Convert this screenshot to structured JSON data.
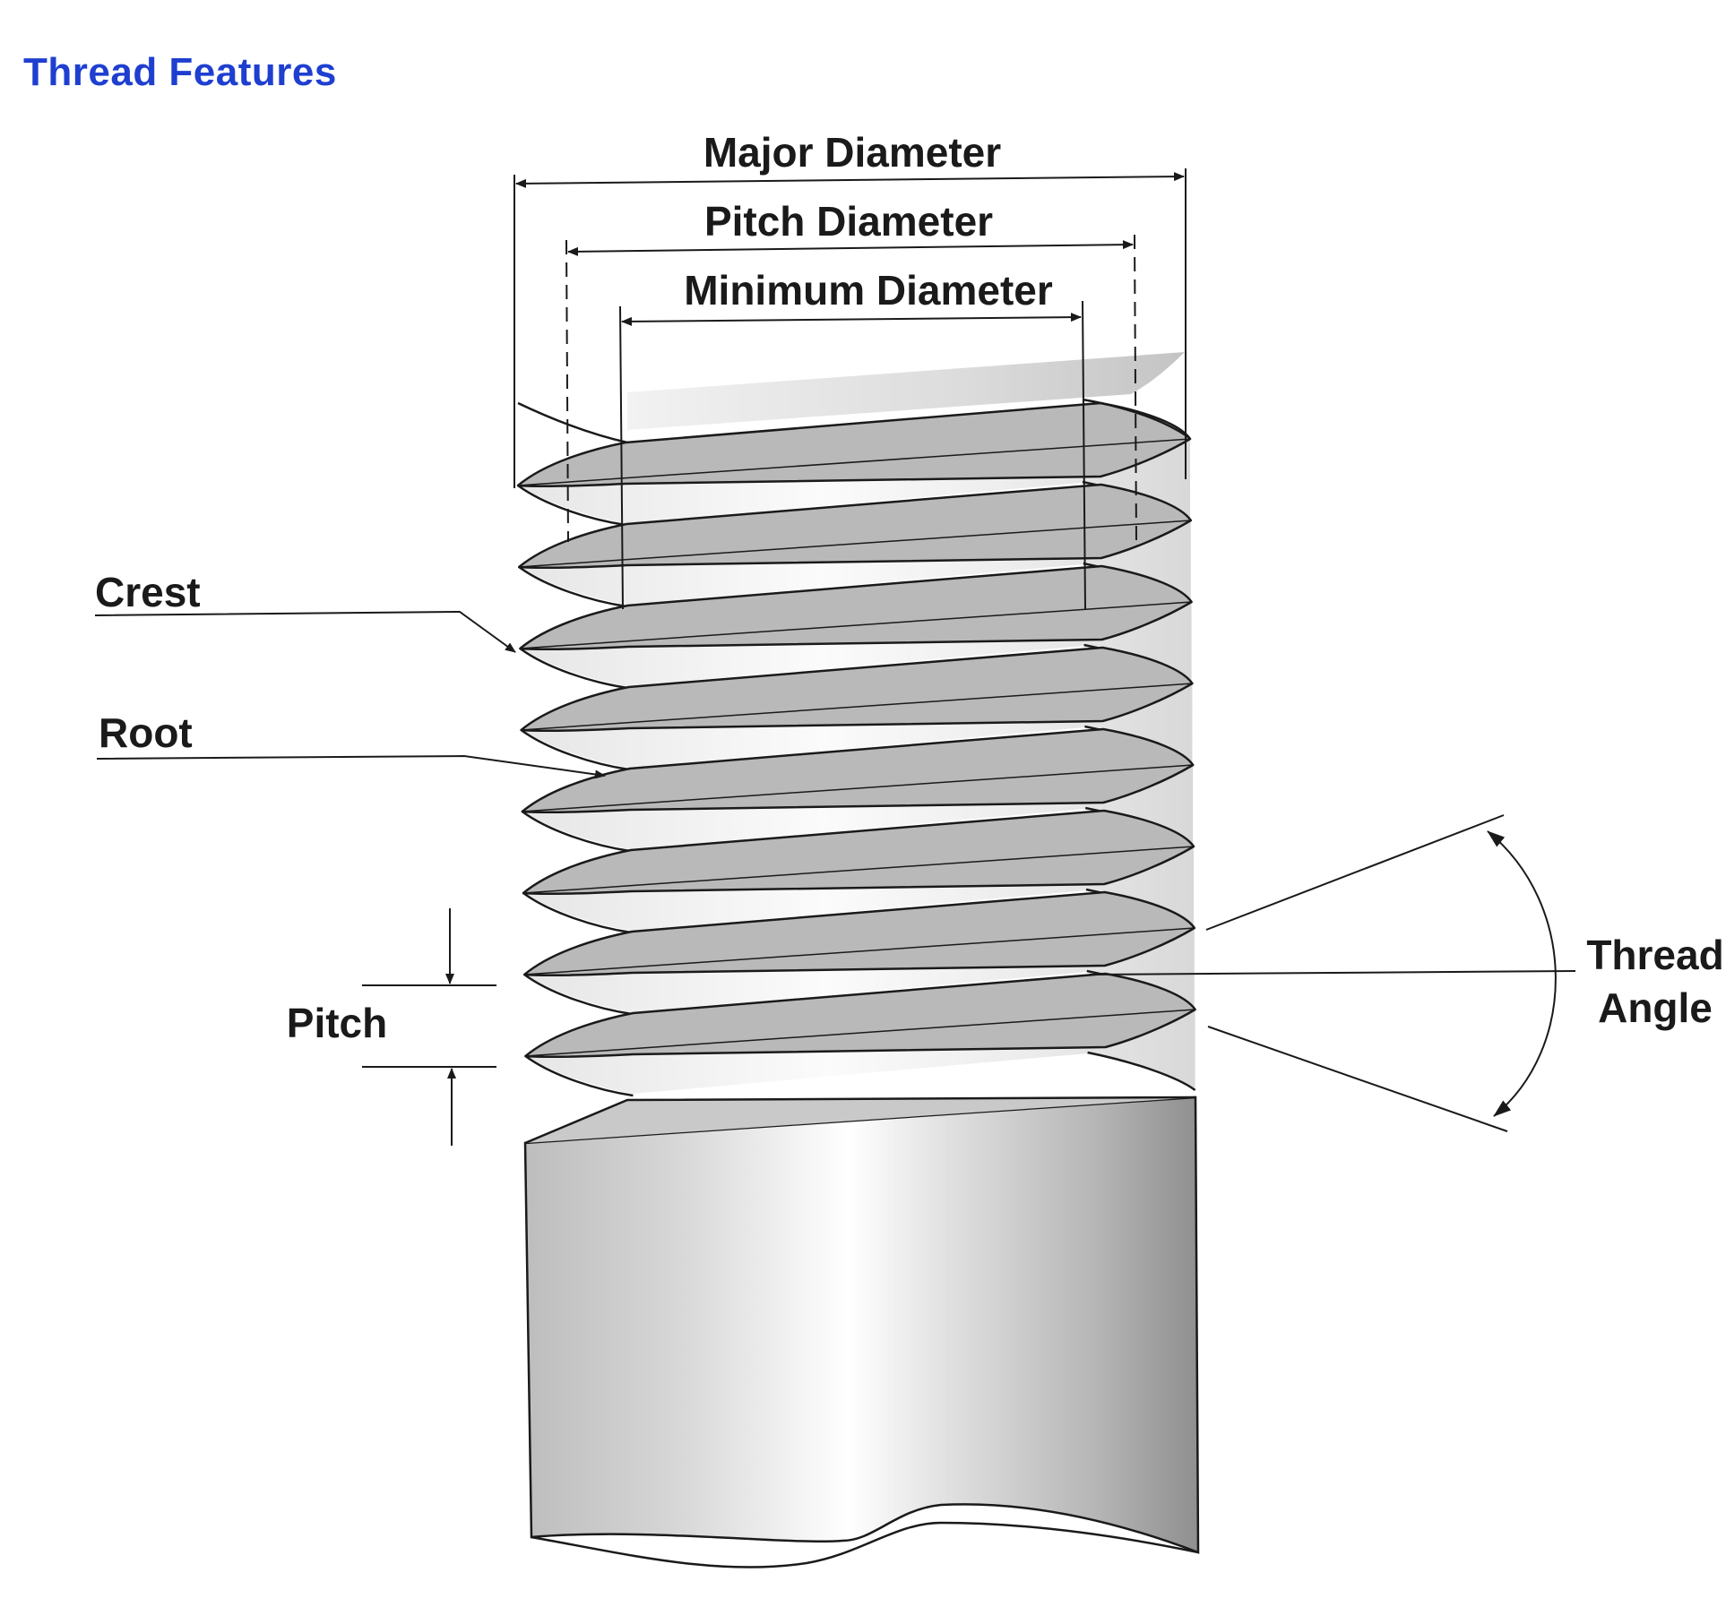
{
  "title": "Thread Features",
  "colors": {
    "title": "#1e3fd0",
    "line": "#1a1a1a",
    "thread_shade": "#b9b9b9"
  },
  "labels": {
    "major_diameter": "Major Diameter",
    "pitch_diameter": "Pitch Diameter",
    "minimum_diameter": "Minimum Diameter",
    "crest": "Crest",
    "root": "Root",
    "pitch": "Pitch",
    "thread_angle_line1": "Thread",
    "thread_angle_line2": "Angle"
  }
}
